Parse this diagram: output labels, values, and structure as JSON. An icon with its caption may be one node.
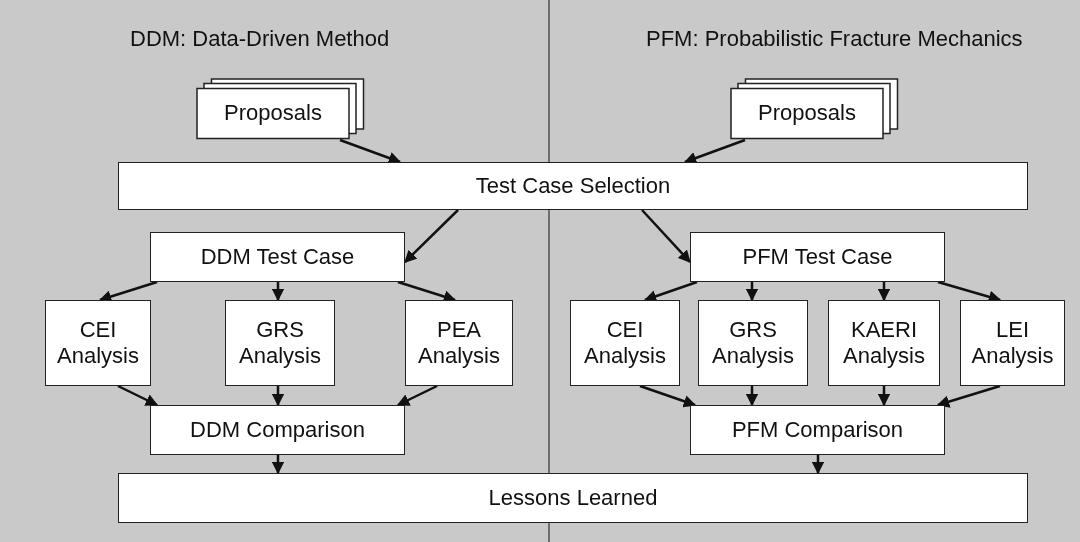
{
  "diagram": {
    "nodes": [
      {
        "text": [
          "Proposals"
        ]
      },
      {
        "text": [
          "Proposals"
        ]
      },
      {
        "text": [
          "Test Case Selection"
        ]
      },
      {
        "text": [
          "DDM Test Case"
        ]
      },
      {
        "text": [
          "PFM Test Case"
        ]
      },
      {
        "text": [
          "CEI Analysis"
        ]
      },
      {
        "text": [
          "GRS Analysis"
        ]
      },
      {
        "text": [
          "PEA Analysis"
        ]
      },
      {
        "text": [
          "CEI Analysis"
        ]
      },
      {
        "text": [
          "GRS Analysis"
        ]
      },
      {
        "text": [
          "KAERI Analysis"
        ]
      },
      {
        "text": [
          "LEI Analysis"
        ]
      },
      {
        "text": [
          "DDM Comparison"
        ]
      },
      {
        "text": [
          "PFM Comparison"
        ]
      },
      {
        "text": [
          "Lessons Learned"
        ]
      }
    ],
    "edges": [
      {
        "from": 0,
        "to": 2,
        "arrow": "to"
      },
      {
        "from": 1,
        "to": 2,
        "arrow": "to"
      },
      {
        "from": 2,
        "to": 3,
        "arrow": "to"
      },
      {
        "from": 2,
        "to": 4,
        "arrow": "to"
      },
      {
        "from": 3,
        "to": 5,
        "arrow": "to"
      },
      {
        "from": 3,
        "to": 6,
        "arrow": "to"
      },
      {
        "from": 3,
        "to": 7,
        "arrow": "to"
      },
      {
        "from": 4,
        "to": 8,
        "arrow": "to"
      },
      {
        "from": 4,
        "to": 9,
        "arrow": "to"
      },
      {
        "from": 4,
        "to": 10,
        "arrow": "to"
      },
      {
        "from": 4,
        "to": 11,
        "arrow": "to"
      },
      {
        "from": 5,
        "to": 12,
        "arrow": "to"
      },
      {
        "from": 6,
        "to": 12,
        "arrow": "to"
      },
      {
        "from": 7,
        "to": 12,
        "arrow": "to"
      },
      {
        "from": 8,
        "to": 13,
        "arrow": "to"
      },
      {
        "from": 9,
        "to": 13,
        "arrow": "to"
      },
      {
        "from": 10,
        "to": 13,
        "arrow": "to"
      },
      {
        "from": 11,
        "to": 13,
        "arrow": "to"
      },
      {
        "from": 12,
        "to": 14,
        "arrow": "to"
      },
      {
        "from": 13,
        "to": 14,
        "arrow": "to"
      }
    ],
    "labels": [
      "DDM: Data-Driven Method",
      "PFM: Probabilistic Fracture Mechanics"
    ]
  }
}
